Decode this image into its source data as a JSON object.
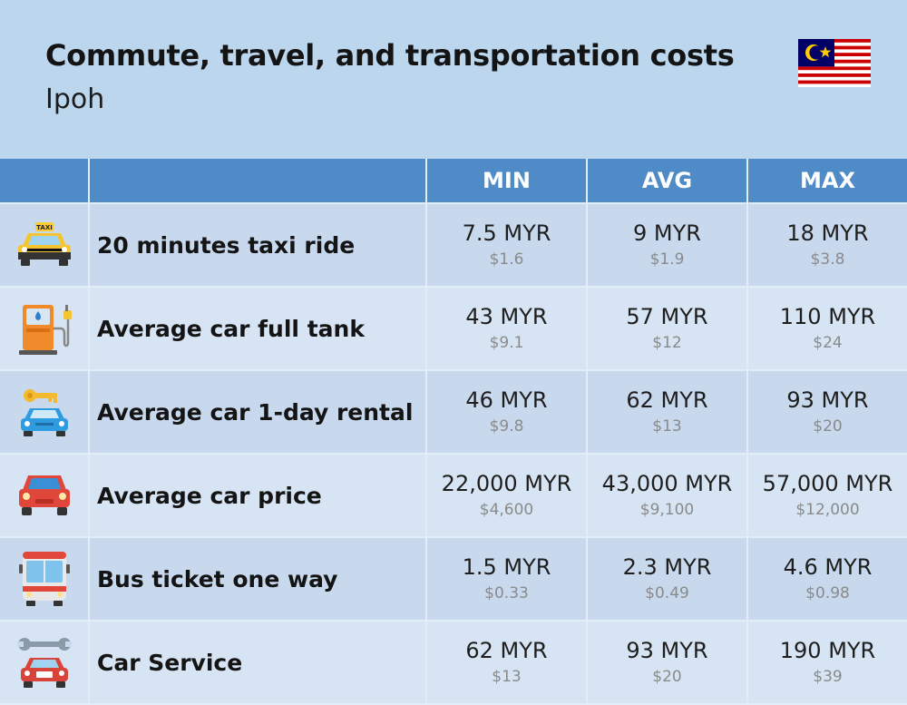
{
  "header": {
    "title": "Commute, travel, and transportation costs",
    "city": "Ipoh",
    "flag_icon": "malaysia-flag-icon"
  },
  "columns": {
    "min": "MIN",
    "avg": "AVG",
    "max": "MAX"
  },
  "rows": [
    {
      "icon": "taxi-icon",
      "taxi_sign": "TAXI",
      "label": "20 minutes taxi ride",
      "min": {
        "local": "7.5 MYR",
        "usd": "$1.6"
      },
      "avg": {
        "local": "9 MYR",
        "usd": "$1.9"
      },
      "max": {
        "local": "18 MYR",
        "usd": "$3.8"
      }
    },
    {
      "icon": "fuel-pump-icon",
      "label": "Average car full tank",
      "min": {
        "local": "43 MYR",
        "usd": "$9.1"
      },
      "avg": {
        "local": "57 MYR",
        "usd": "$12"
      },
      "max": {
        "local": "110 MYR",
        "usd": "$24"
      }
    },
    {
      "icon": "car-rental-key-icon",
      "label": "Average car 1-day rental",
      "min": {
        "local": "46 MYR",
        "usd": "$9.8"
      },
      "avg": {
        "local": "62 MYR",
        "usd": "$13"
      },
      "max": {
        "local": "93 MYR",
        "usd": "$20"
      }
    },
    {
      "icon": "red-car-icon",
      "label": "Average car price",
      "min": {
        "local": "22,000 MYR",
        "usd": "$4,600"
      },
      "avg": {
        "local": "43,000 MYR",
        "usd": "$9,100"
      },
      "max": {
        "local": "57,000 MYR",
        "usd": "$12,000"
      }
    },
    {
      "icon": "bus-icon",
      "label": "Bus ticket one way",
      "min": {
        "local": "1.5 MYR",
        "usd": "$0.33"
      },
      "avg": {
        "local": "2.3 MYR",
        "usd": "$0.49"
      },
      "max": {
        "local": "4.6 MYR",
        "usd": "$0.98"
      }
    },
    {
      "icon": "car-service-wrench-icon",
      "label": "Car Service",
      "min": {
        "local": "62 MYR",
        "usd": "$13"
      },
      "avg": {
        "local": "93 MYR",
        "usd": "$20"
      },
      "max": {
        "local": "190 MYR",
        "usd": "$39"
      }
    }
  ],
  "colors": {
    "background": "#bcd6ee",
    "header_row": "#4f8bc7",
    "row_odd": "#c8d9ee",
    "row_even": "#d6e4f3",
    "usd_text": "#8a8a8a"
  }
}
